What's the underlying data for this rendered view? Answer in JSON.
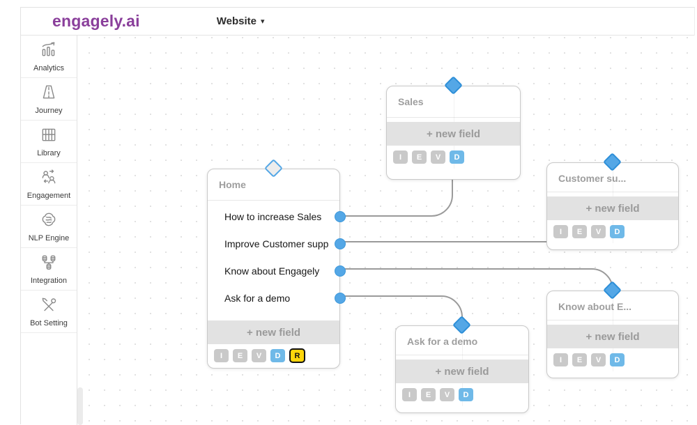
{
  "header": {
    "logo": "engagely.ai",
    "channel": {
      "label": "Website",
      "caret": "▾"
    }
  },
  "sidebar": {
    "items": [
      {
        "label": "Analytics",
        "icon": "analytics-icon"
      },
      {
        "label": "Journey",
        "icon": "journey-icon"
      },
      {
        "label": "Library",
        "icon": "library-icon"
      },
      {
        "label": "Engagement",
        "icon": "engagement-icon"
      },
      {
        "label": "NLP Engine",
        "icon": "nlp-engine-icon"
      },
      {
        "label": "Integration",
        "icon": "integration-icon"
      },
      {
        "label": "Bot Setting",
        "icon": "bot-setting-icon"
      }
    ]
  },
  "canvas": {
    "nodes": {
      "sales": {
        "title": "Sales",
        "new_field_label": "+ new field",
        "badges": [
          "I",
          "E",
          "V",
          "D"
        ]
      },
      "home": {
        "title": "Home",
        "items": [
          {
            "label": "How to increase Sales"
          },
          {
            "label": "Improve Customer supp"
          },
          {
            "label": "Know about Engagely"
          },
          {
            "label": "Ask for a demo"
          }
        ],
        "new_field_label": "+ new field",
        "badges": [
          "I",
          "E",
          "V",
          "D",
          "R"
        ]
      },
      "customer_support": {
        "title": "Customer su...",
        "new_field_label": "+ new field",
        "badges": [
          "I",
          "E",
          "V",
          "D"
        ]
      },
      "know_about": {
        "title": "Know about E...",
        "new_field_label": "+ new field",
        "badges": [
          "I",
          "E",
          "V",
          "D"
        ]
      },
      "ask_demo": {
        "title": "Ask for a demo",
        "new_field_label": "+ new field",
        "badges": [
          "I",
          "E",
          "V",
          "D"
        ]
      }
    },
    "connections": [
      {
        "from": "home.items.0",
        "to": "sales"
      },
      {
        "from": "home.items.1",
        "to": "customer_support"
      },
      {
        "from": "home.items.2",
        "to": "know_about"
      },
      {
        "from": "home.items.3",
        "to": "ask_demo"
      }
    ]
  },
  "colors": {
    "logo_purple": "#8a3f9b",
    "accent_blue": "#54a7e6",
    "badge_gray": "#c9c9c9",
    "badge_blue": "#6fb9e8",
    "badge_yellow": "#ffd60b",
    "connector_gray": "#9a9a9a",
    "new_field_bg": "#e2e2e2"
  }
}
